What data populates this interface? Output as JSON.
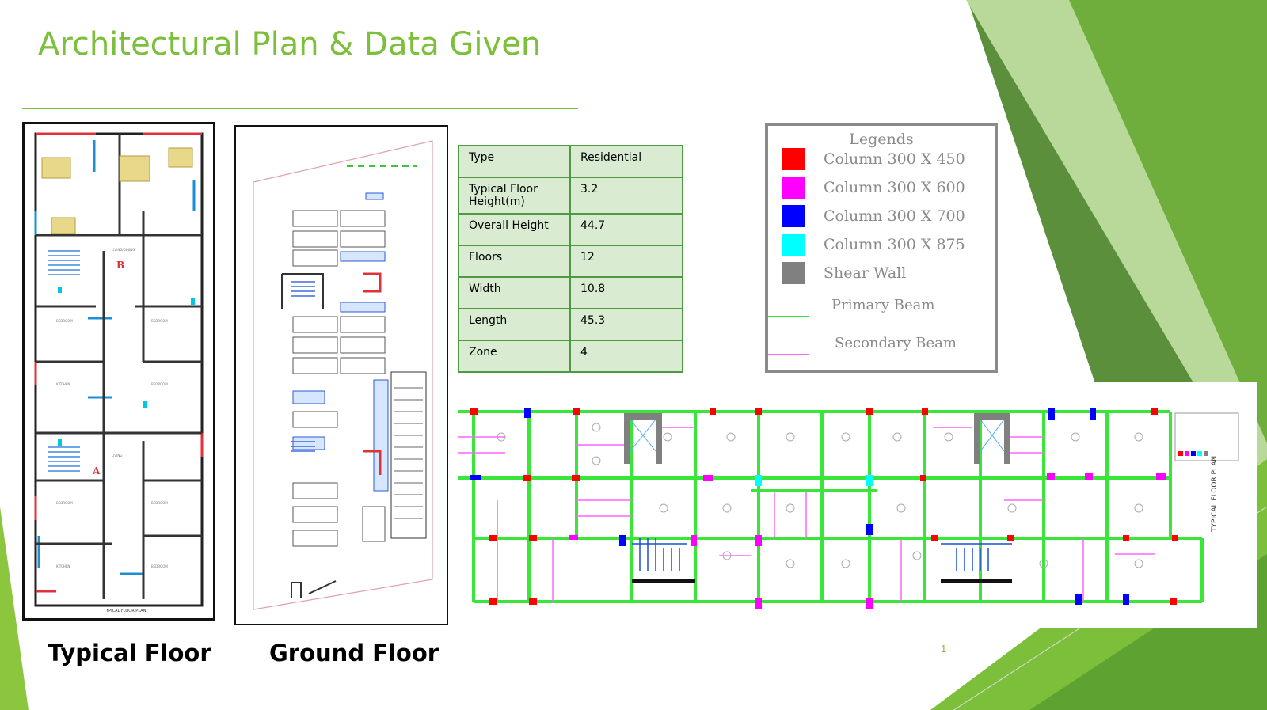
{
  "slide": {
    "title": "Architectural Plan & Data Given",
    "page_number": "1",
    "accent_color": "#7cbf3a"
  },
  "captions": {
    "typical": "Typical Floor",
    "ground": "Ground Floor"
  },
  "table": {
    "rows": [
      {
        "key": "Type",
        "value": "Residential"
      },
      {
        "key": "Typical Floor Height(m)",
        "value": "3.2"
      },
      {
        "key": "Overall Height",
        "value": "44.7"
      },
      {
        "key": "Floors",
        "value": "12"
      },
      {
        "key": "Width",
        "value": "10.8"
      },
      {
        "key": "Length",
        "value": "45.3"
      },
      {
        "key": "Zone",
        "value": "4"
      }
    ],
    "border_color": "#4e9a43",
    "cell_color": "#d9ecd2"
  },
  "legend": {
    "title": "Legends",
    "columns": [
      {
        "label": "Column 300 X 450",
        "color": "#ff0000"
      },
      {
        "label": "Column 300 X 600",
        "color": "#ff00ff"
      },
      {
        "label": "Column 300 X 700",
        "color": "#0000ff"
      },
      {
        "label": "Column 300 X 875",
        "color": "#00ffff"
      },
      {
        "label": "Shear Wall",
        "color": "#808080"
      }
    ],
    "beams": [
      {
        "label": "Primary Beam",
        "color": "#39e639"
      },
      {
        "label": "Secondary Beam",
        "color": "#ff66ff"
      }
    ]
  },
  "drawings": {
    "typical_plan_label": "TYPICAL FLOOR PLAN",
    "framing_plan_label": "TYPICAL FLOOR PLAN",
    "room_marks": [
      "A",
      "B"
    ]
  }
}
